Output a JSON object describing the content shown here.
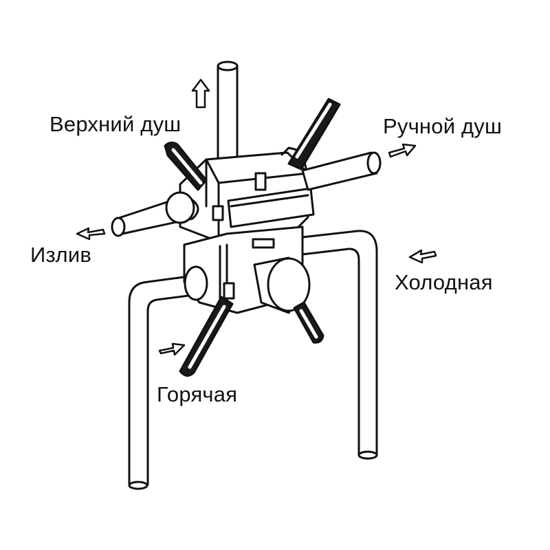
{
  "diagram": {
    "labels": {
      "top_shower": "Верхний душ",
      "hand_shower": "Ручной душ",
      "spout": "Излив",
      "cold": "Холодная",
      "hot": "Горячая"
    },
    "colors": {
      "stroke": "#111111",
      "fill": "#ffffff",
      "handle": "#1a1a1a"
    }
  }
}
